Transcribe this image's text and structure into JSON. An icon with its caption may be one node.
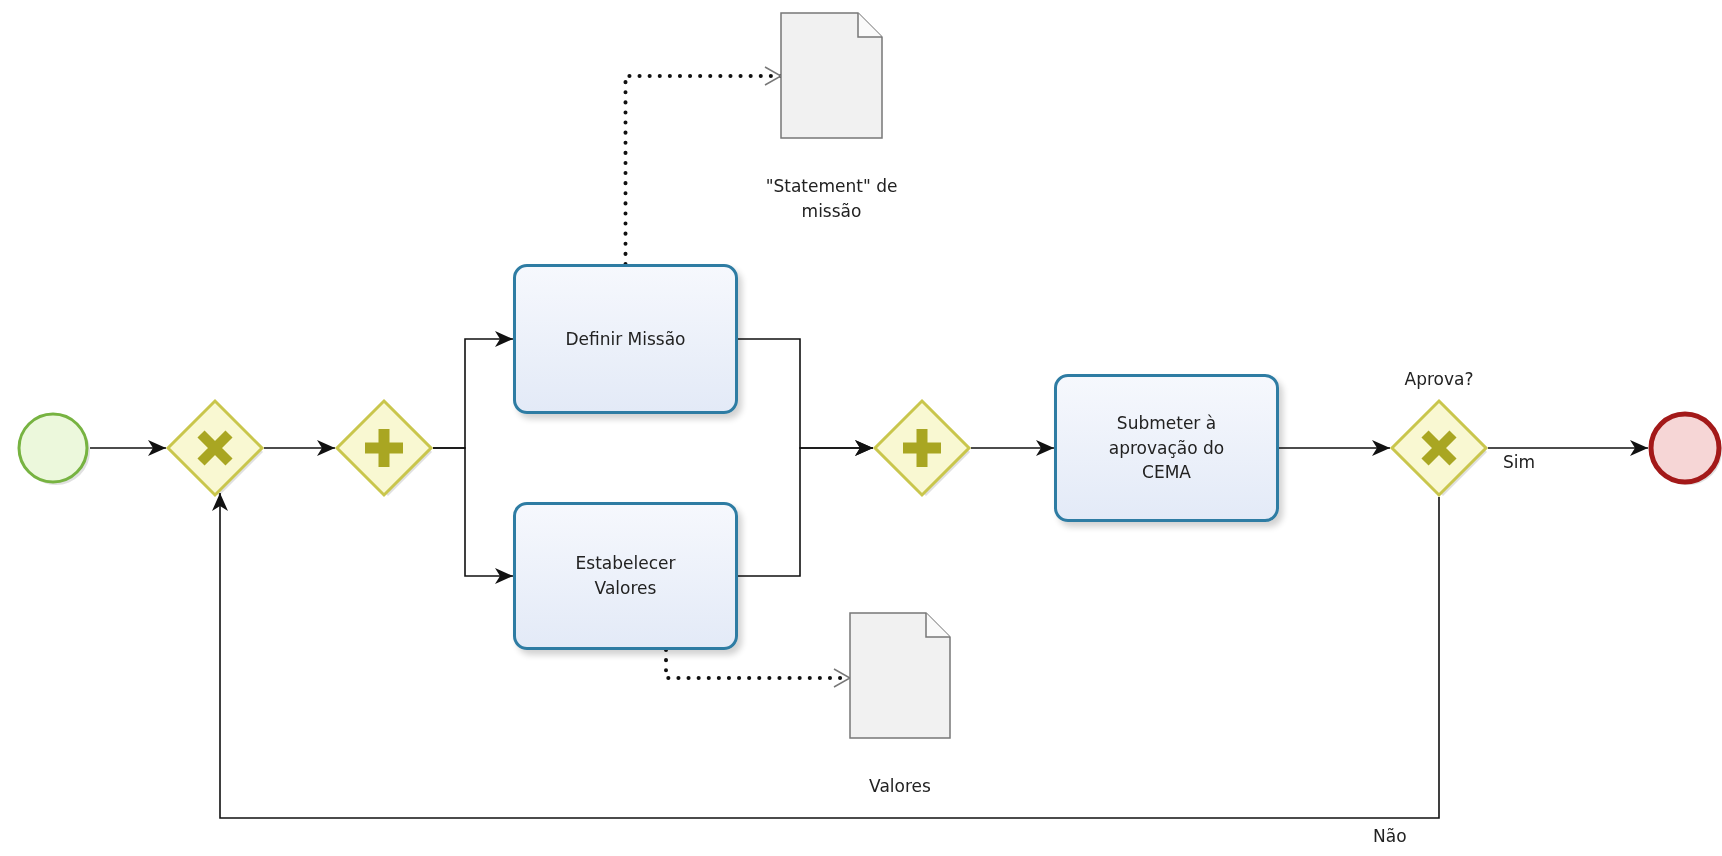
{
  "diagram": {
    "nodes": [
      {
        "text": [],
        "shape": "circle"
      },
      {
        "text": [],
        "shape": "diamond"
      },
      {
        "text": [],
        "shape": "diamond"
      },
      {
        "text": [
          "Definir Missão"
        ]
      },
      {
        "text": [
          "\"Statement\" de missão"
        ]
      },
      {
        "text": [
          "Estabelecer Valores"
        ]
      },
      {
        "text": [
          "Valores"
        ]
      },
      {
        "text": [],
        "shape": "diamond"
      },
      {
        "text": [
          "Submeter à aprovação do CEMA"
        ]
      },
      {
        "text": [
          "Aprova?"
        ]
      },
      {
        "text": [],
        "shape": "circle"
      }
    ],
    "edges": [
      {
        "from": 0,
        "to": 1,
        "arrow": "to"
      },
      {
        "from": 1,
        "to": 2,
        "arrow": "to"
      },
      {
        "from": 2,
        "to": 3,
        "arrow": "to"
      },
      {
        "from": 2,
        "to": 5,
        "arrow": "to"
      },
      {
        "from": 3,
        "to": 7,
        "arrow": "to"
      },
      {
        "from": 5,
        "to": 7,
        "arrow": "to"
      },
      {
        "from": 7,
        "to": 8,
        "arrow": "to"
      },
      {
        "from": 8,
        "to": 9,
        "arrow": "to"
      },
      {
        "from": 9,
        "to": 10,
        "arrow": "to",
        "label": "Sim"
      },
      {
        "from": 9,
        "to": 1,
        "arrow": "to",
        "label": "Não"
      },
      {
        "from": 3,
        "to": 4,
        "arrow": "to",
        "style": "dashed"
      },
      {
        "from": 5,
        "to": 6,
        "arrow": "to",
        "style": "dashed"
      }
    ]
  }
}
